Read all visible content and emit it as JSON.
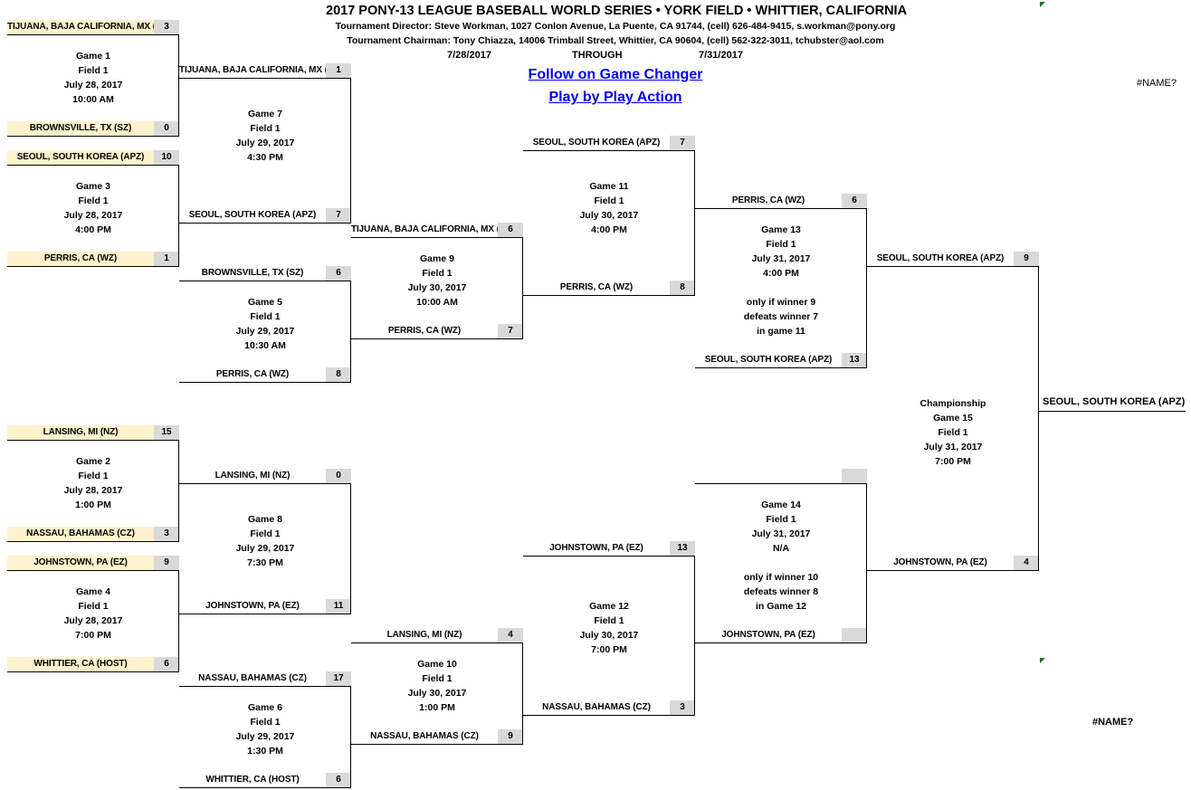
{
  "header": {
    "title": "2017 PONY-13 LEAGUE BASEBALL WORLD SERIES • YORK FIELD • WHITTIER, CALIFORNIA",
    "director": "Tournament Director: Steve Workman, 1027 Conlon Avenue, La Puente, CA 91744, (cell) 626-484-9415, s.workman@pony.org",
    "chairman": "Tournament Chairman:  Tony Chiazza, 14006 Trimball Street, Whittier, CA 90604, (cell) 562-322-3011, tchubster@aol.com",
    "start_date": "7/28/2017",
    "through": "THROUGH",
    "end_date": "7/31/2017",
    "link_gamechanger": "Follow on Game Changer ",
    "link_playbyplay": "Play by Play Action"
  },
  "errors": [
    "#NAME?",
    "#NAME?"
  ],
  "champion": "SEOUL, SOUTH KOREA (APZ)",
  "games": {
    "g1": {
      "lines": [
        "Game 1",
        "Field 1",
        "July 28, 2017",
        "10:00 AM"
      ],
      "top": {
        "team": "TIJUANA, BAJA CALIFORNIA, MX (MZ)",
        "score": "3"
      },
      "bottom": {
        "team": "BROWNSVILLE, TX (SZ)",
        "score": "0"
      }
    },
    "g3": {
      "lines": [
        "Game 3",
        "Field 1",
        "July 28, 2017",
        "4:00 PM"
      ],
      "top": {
        "team": "SEOUL, SOUTH KOREA (APZ)",
        "score": "10"
      },
      "bottom": {
        "team": "PERRIS, CA (WZ)",
        "score": "1"
      }
    },
    "g2": {
      "lines": [
        "Game 2",
        "Field 1",
        "July 28, 2017",
        "1:00 PM"
      ],
      "top": {
        "team": "LANSING, MI (NZ)",
        "score": "15"
      },
      "bottom": {
        "team": "NASSAU, BAHAMAS (CZ)",
        "score": "3"
      }
    },
    "g4": {
      "lines": [
        "Game 4",
        "Field 1",
        "July 28, 2017",
        "7:00 PM"
      ],
      "top": {
        "team": "JOHNSTOWN, PA (EZ)",
        "score": "9"
      },
      "bottom": {
        "team": "WHITTIER, CA (HOST)",
        "score": "6"
      }
    },
    "g7": {
      "lines": [
        "Game 7",
        "Field 1",
        "July 29, 2017",
        "4:30 PM"
      ],
      "top": {
        "team": "TIJUANA, BAJA CALIFORNIA, MX (MZ)",
        "score": "1"
      },
      "bottom": {
        "team": "SEOUL, SOUTH KOREA (APZ)",
        "score": "7"
      }
    },
    "g5": {
      "lines": [
        "Game 5",
        "Field 1",
        "July 29, 2017",
        "10:30 AM"
      ],
      "top": {
        "team": "BROWNSVILLE, TX (SZ)",
        "score": "6"
      },
      "bottom": {
        "team": "PERRIS, CA (WZ)",
        "score": "8"
      }
    },
    "g8": {
      "lines": [
        "Game 8",
        "Field 1",
        "July 29, 2017",
        "7:30 PM"
      ],
      "top": {
        "team": "LANSING, MI (NZ)",
        "score": "0"
      },
      "bottom": {
        "team": "JOHNSTOWN, PA (EZ)",
        "score": "11"
      }
    },
    "g6": {
      "lines": [
        "Game 6",
        "Field 1",
        "July 29, 2017",
        "1:30 PM"
      ],
      "top": {
        "team": "NASSAU, BAHAMAS (CZ)",
        "score": "17"
      },
      "bottom": {
        "team": "WHITTIER, CA (HOST)",
        "score": "6"
      }
    },
    "g9": {
      "lines": [
        "Game 9",
        "Field 1",
        "July 30, 2017",
        "10:00 AM"
      ],
      "top": {
        "team": "TIJUANA, BAJA CALIFORNIA, MX (MZ)",
        "score": "6"
      },
      "bottom": {
        "team": "PERRIS, CA (WZ)",
        "score": "7"
      }
    },
    "g10": {
      "lines": [
        "Game 10",
        "Field 1",
        "July 30, 2017",
        "1:00 PM"
      ],
      "top": {
        "team": "LANSING, MI (NZ)",
        "score": "4"
      },
      "bottom": {
        "team": "NASSAU, BAHAMAS (CZ)",
        "score": "9"
      }
    },
    "g11": {
      "lines": [
        "Game 11",
        "Field 1",
        "July 30, 2017",
        "4:00 PM"
      ],
      "top": {
        "team": "SEOUL, SOUTH KOREA (APZ)",
        "score": "7"
      },
      "bottom": {
        "team": "PERRIS, CA (WZ)",
        "score": "8"
      }
    },
    "g12": {
      "lines": [
        "Game 12",
        "Field 1",
        "July 30, 2017",
        "7:00 PM"
      ],
      "top": {
        "team": "JOHNSTOWN, PA (EZ)",
        "score": "13"
      },
      "bottom": {
        "team": "NASSAU, BAHAMAS (CZ)",
        "score": "3"
      }
    },
    "g13": {
      "lines": [
        "Game 13",
        "Field 1",
        "July 31, 2017",
        "4:00 PM",
        "",
        "only if winner 9",
        "defeats winner 7",
        "in game 11"
      ],
      "top": {
        "team": "PERRIS, CA (WZ)",
        "score": "6"
      },
      "bottom": {
        "team": "SEOUL, SOUTH KOREA (APZ)",
        "score": "13"
      }
    },
    "g14": {
      "lines": [
        "Game 14",
        "Field 1",
        "July 31, 2017",
        "N/A",
        "",
        "only if winner 10",
        "defeats winner 8",
        "in Game 12"
      ],
      "top": {
        "team": "",
        "score": ""
      },
      "bottom": {
        "team": "JOHNSTOWN, PA (EZ)",
        "score": ""
      }
    },
    "g15": {
      "lines": [
        "Championship",
        "Game 15",
        "Field 1",
        "July 31, 2017",
        "7:00 PM"
      ],
      "top": {
        "team": "SEOUL, SOUTH KOREA (APZ)",
        "score": "9"
      },
      "bottom": {
        "team": "JOHNSTOWN, PA (EZ)",
        "score": "4"
      }
    }
  }
}
